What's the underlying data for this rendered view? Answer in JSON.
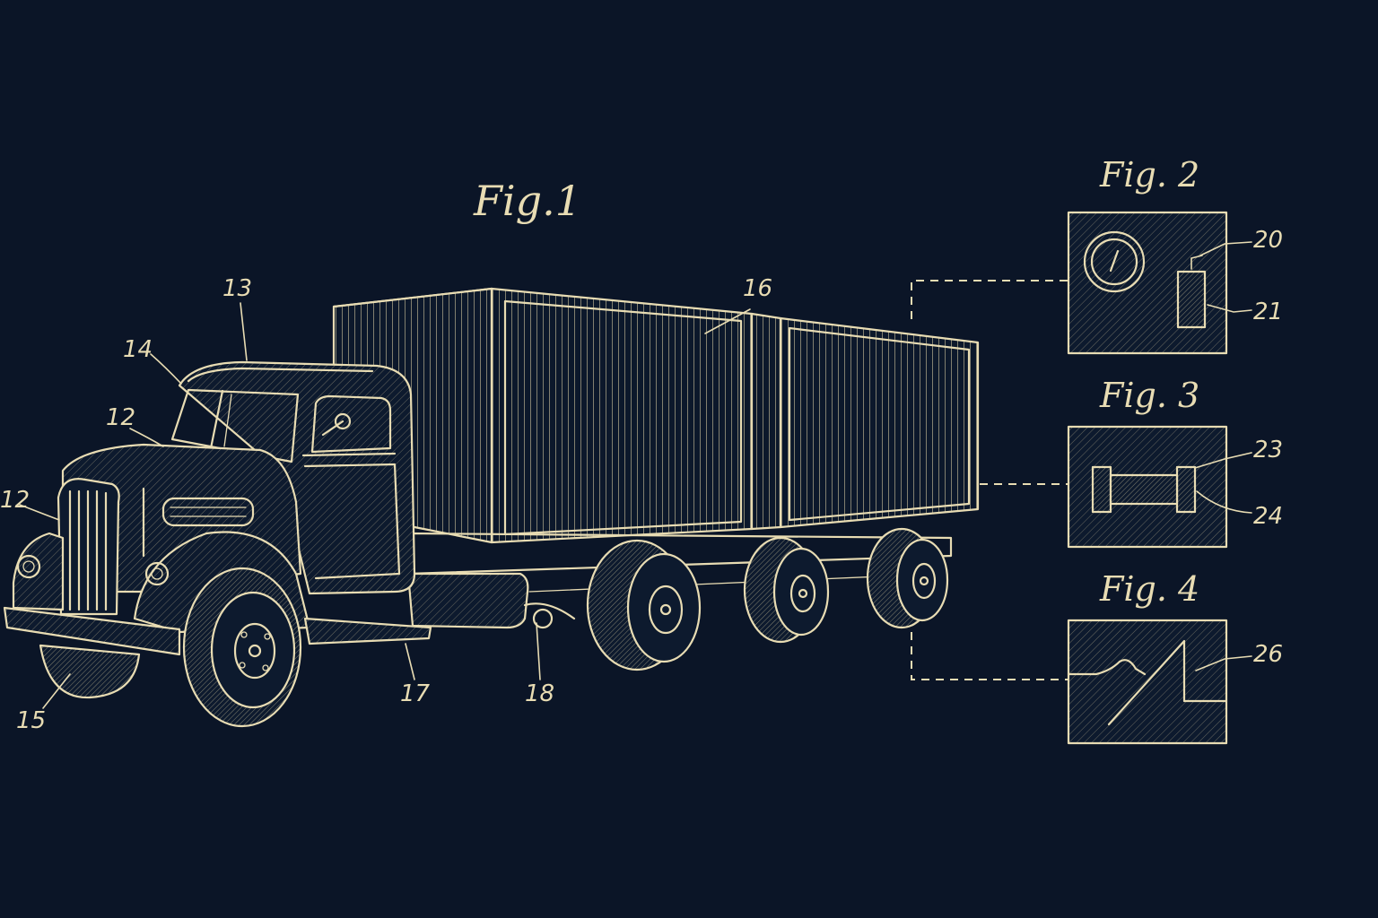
{
  "figures": {
    "fig1": "Fig.1",
    "fig2": "Fig. 2",
    "fig3": "Fig. 3",
    "fig4": "Fig. 4"
  },
  "reference_numerals": {
    "r12a": "12",
    "r12b": "12",
    "r13": "13",
    "r14": "14",
    "r15": "15",
    "r16": "16",
    "r17": "17",
    "r18": "18",
    "r20": "20",
    "r21": "21",
    "r23": "23",
    "r24": "24",
    "r26": "26"
  },
  "colors": {
    "background": "#0b1527",
    "ink": "#e8dcb3"
  }
}
